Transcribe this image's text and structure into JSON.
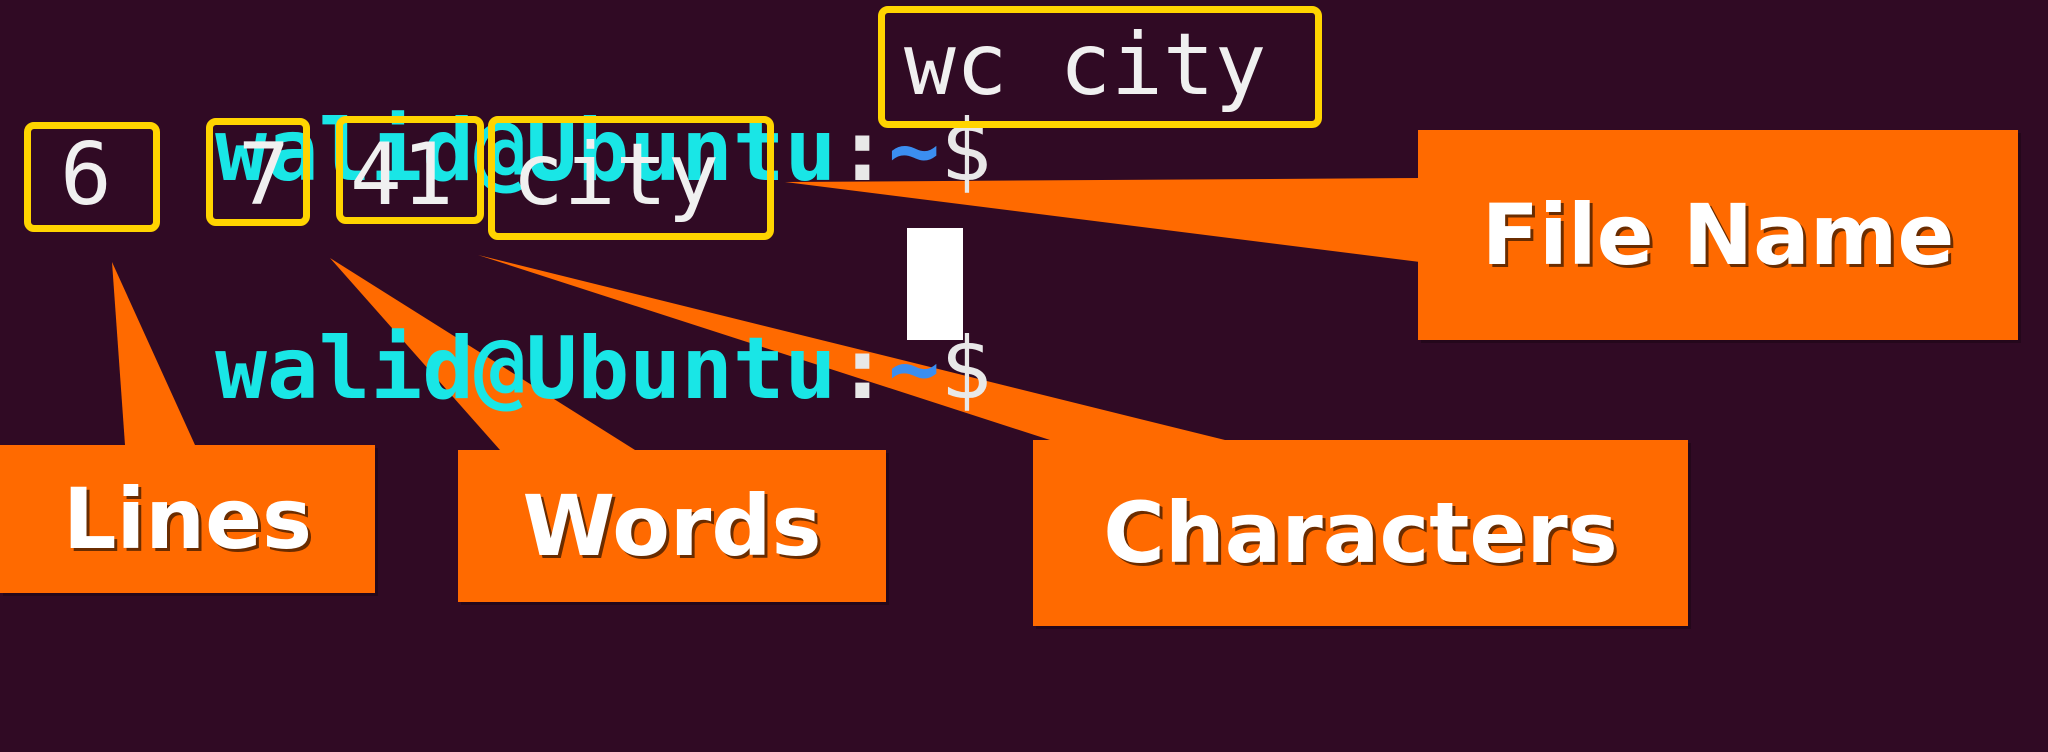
{
  "terminal": {
    "prompt1": {
      "user": "walid@Ubuntu",
      "colon": ":",
      "path": "~",
      "symbol": "$"
    },
    "command": "wc city",
    "output": {
      "lines": "6",
      "words": "7",
      "characters": "41",
      "filename": "city"
    },
    "prompt2": {
      "user": "walid@Ubuntu",
      "colon": ":",
      "path": "~",
      "symbol": "$"
    }
  },
  "callouts": {
    "filename": "File Name",
    "lines": "Lines",
    "words": "Words",
    "characters": "Characters"
  },
  "colors": {
    "background": "#300a24",
    "prompt_user": "#19e6e6",
    "prompt_path": "#3b8ef0",
    "highlight": "#ffd400",
    "callout": "#ff6a00"
  }
}
